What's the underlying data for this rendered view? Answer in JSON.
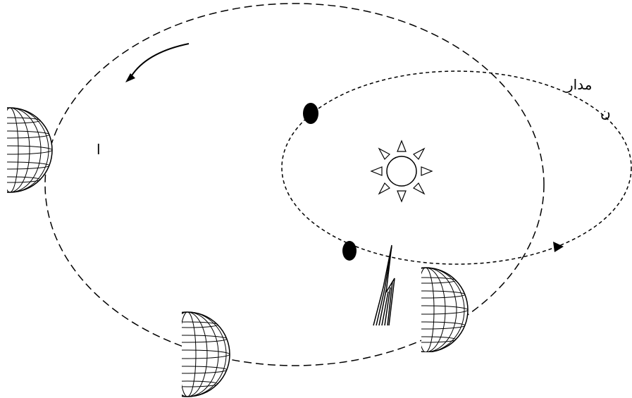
{
  "labels": {
    "orbit_word": "مدار",
    "orbit_fragment": "ن",
    "earth_orbit_mark": "ا"
  },
  "colors": {
    "ink": "#000000",
    "background": "#ffffff"
  },
  "icons": [
    "sun-icon",
    "globe-icon",
    "planet-dot",
    "comet-icon",
    "direction-arrow"
  ]
}
